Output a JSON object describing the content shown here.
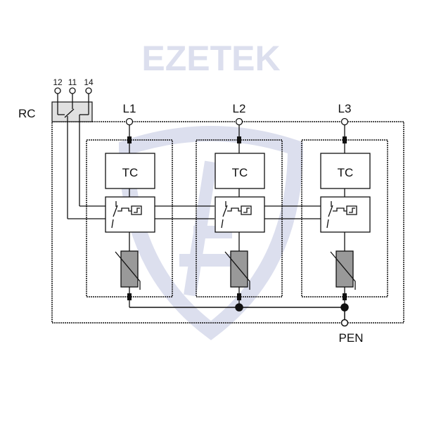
{
  "watermark": "EZETEK",
  "relay": {
    "label": "RC",
    "terminals": [
      "12",
      "11",
      "14"
    ]
  },
  "phases": [
    {
      "label": "L1",
      "block": "TC"
    },
    {
      "label": "L2",
      "block": "TC"
    },
    {
      "label": "L3",
      "block": "TC"
    }
  ],
  "ground": {
    "label": "PEN"
  },
  "colors": {
    "line": "#111111",
    "varistor": "#999999",
    "relay_box": "#e0e0e0",
    "watermark": "#dcdfee"
  }
}
